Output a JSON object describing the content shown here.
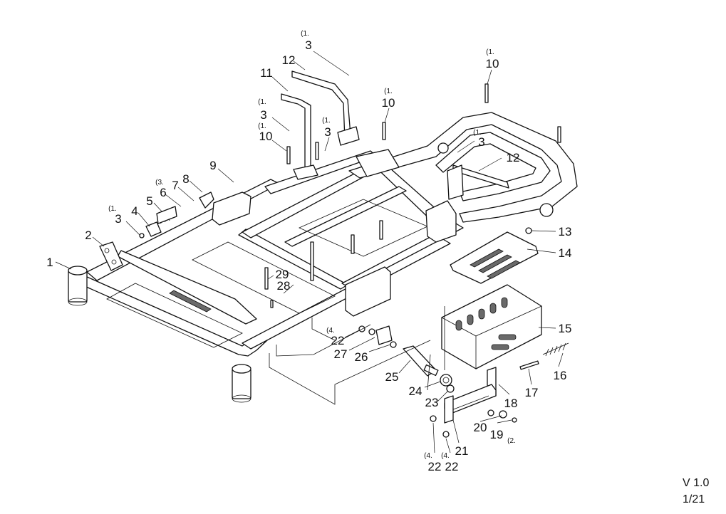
{
  "diagram": {
    "callouts": [
      {
        "label": "1",
        "note": ""
      },
      {
        "label": "2",
        "note": ""
      },
      {
        "label": "3",
        "note": "(1."
      },
      {
        "label": "4",
        "note": ""
      },
      {
        "label": "5",
        "note": ""
      },
      {
        "label": "6",
        "note": ""
      },
      {
        "label": "7",
        "note": "(3."
      },
      {
        "label": "8",
        "note": ""
      },
      {
        "label": "9",
        "note": ""
      },
      {
        "label": "3",
        "note": "(1."
      },
      {
        "label": "10",
        "note": "(1."
      },
      {
        "label": "11",
        "note": ""
      },
      {
        "label": "12",
        "note": ""
      },
      {
        "label": "3",
        "note": "(1."
      },
      {
        "label": "3",
        "note": "(1."
      },
      {
        "label": "10",
        "note": "(1."
      },
      {
        "label": "10",
        "note": "(1."
      },
      {
        "label": "3",
        "note": "(1."
      },
      {
        "label": "12",
        "note": ""
      },
      {
        "label": "13",
        "note": ""
      },
      {
        "label": "14",
        "note": ""
      },
      {
        "label": "15",
        "note": ""
      },
      {
        "label": "16",
        "note": ""
      },
      {
        "label": "17",
        "note": ""
      },
      {
        "label": "18",
        "note": ""
      },
      {
        "label": "19",
        "note": "(2."
      },
      {
        "label": "20",
        "note": ""
      },
      {
        "label": "21",
        "note": ""
      },
      {
        "label": "22",
        "note": "(4."
      },
      {
        "label": "22",
        "note": "(4."
      },
      {
        "label": "22",
        "note": "(4."
      },
      {
        "label": "23",
        "note": ""
      },
      {
        "label": "24",
        "note": ""
      },
      {
        "label": "25",
        "note": ""
      },
      {
        "label": "26",
        "note": ""
      },
      {
        "label": "27",
        "note": ""
      },
      {
        "label": "28",
        "note": ""
      },
      {
        "label": "29",
        "note": ""
      }
    ]
  },
  "footer": {
    "version": "V 1.0",
    "page": "1/21"
  }
}
